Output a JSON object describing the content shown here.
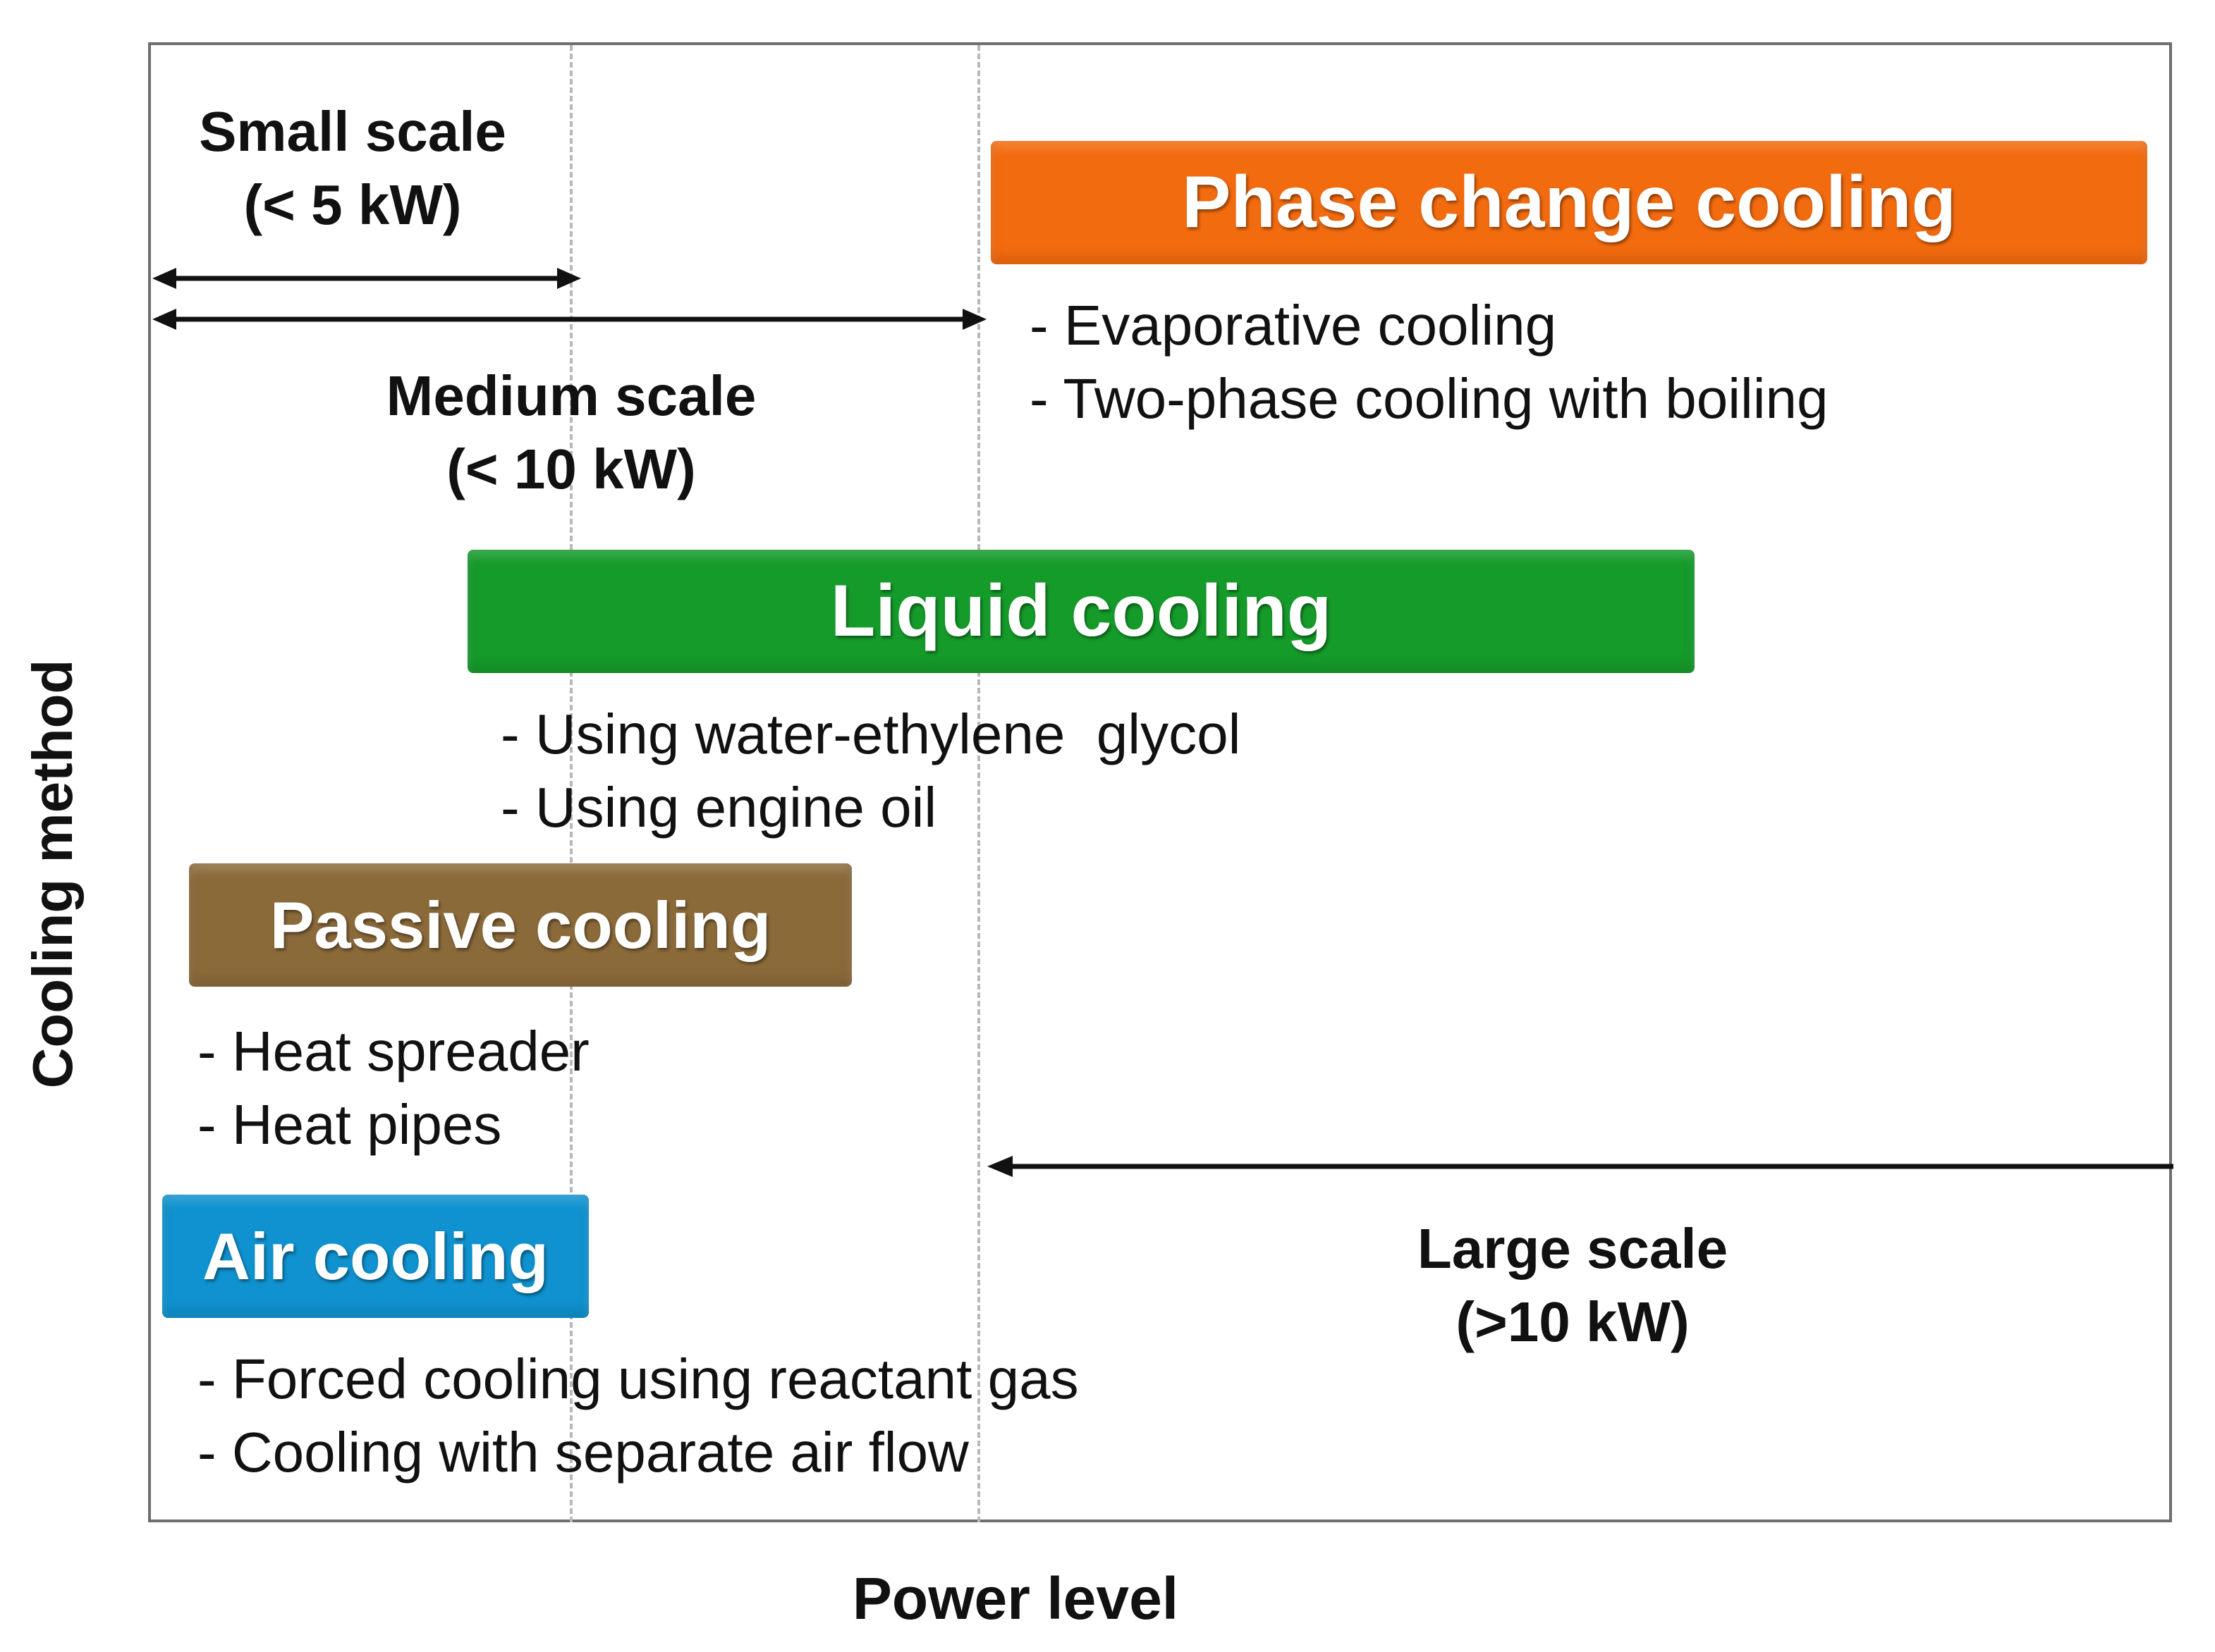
{
  "axes": {
    "y_label": "Cooling method",
    "x_label": "Power level"
  },
  "scales": {
    "small": {
      "line1": "Small scale",
      "line2": "(< 5 kW)"
    },
    "medium": {
      "line1": "Medium scale",
      "line2": "(< 10 kW)"
    },
    "large": {
      "line1": "Large scale",
      "line2": "(>10 kW)"
    }
  },
  "methods": {
    "phase_change": {
      "title": "Phase change cooling",
      "color": "#f36b0f",
      "items": [
        "- Evaporative cooling",
        "- Two-phase cooling with boiling"
      ]
    },
    "liquid": {
      "title": "Liquid cooling",
      "color": "#159b2a",
      "items": [
        "- Using water-ethylene  glycol",
        "- Using engine oil"
      ]
    },
    "passive": {
      "title": "Passive cooling",
      "color": "#8b6a3a",
      "items": [
        "- Heat spreader",
        "- Heat pipes"
      ]
    },
    "air": {
      "title": "Air cooling",
      "color": "#0f92cf",
      "items": [
        "- Forced cooling using reactant gas",
        "- Cooling with separate air flow"
      ]
    }
  }
}
